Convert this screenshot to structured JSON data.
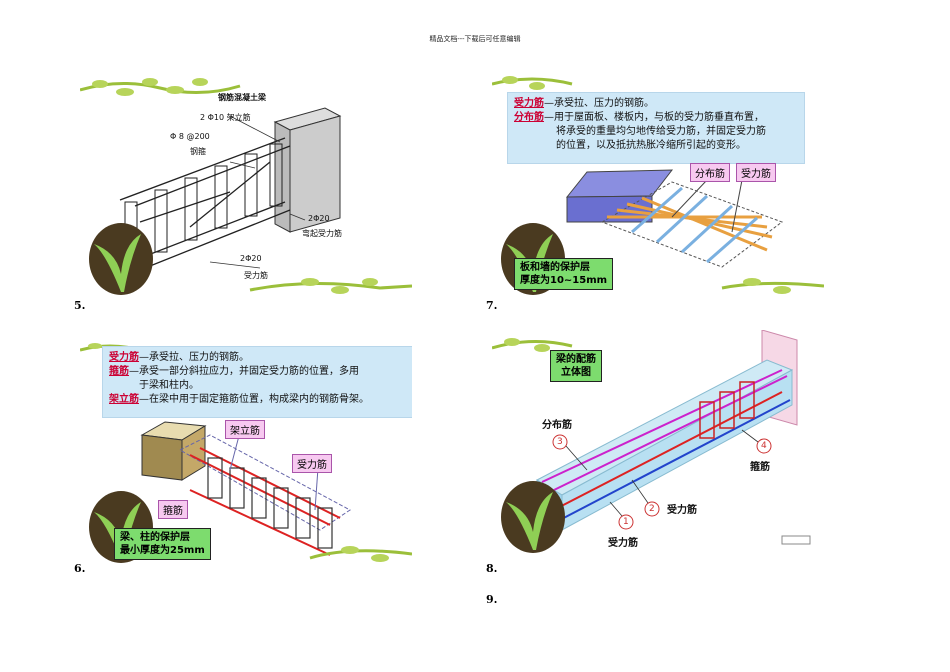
{
  "header": "精品文档---下载后可任意编辑",
  "figures": [
    {
      "number": "5.",
      "title": "钢筋混凝土梁",
      "labels": {
        "top_bar": "2 Φ10 架立筋",
        "stirrup_a": "Φ 8 @200",
        "stirrup_b": "钢箍",
        "bent_a": "2Φ20",
        "bent_b": "弯起受力筋",
        "main_a": "2Φ20",
        "main_b": "受力筋"
      }
    },
    {
      "number": "7.",
      "info": [
        {
          "kw": "受力筋",
          "text": "—承受拉、压力的钢筋。"
        },
        {
          "kw": "分布筋",
          "text": "—用于屋面板、楼板内，与板的受力筋垂直布置，"
        },
        {
          "kw": "",
          "text": "将承受的重量均匀地传给受力筋，并固定受力筋"
        },
        {
          "kw": "",
          "text": "的位置，以及抵抗热胀冷缩所引起的变形。"
        }
      ],
      "tag_distribution": "分布筋",
      "tag_main": "受力筋",
      "green": [
        "板和墙的保护层",
        "厚度为10~15mm"
      ]
    },
    {
      "number": "6.",
      "info": [
        {
          "kw": "受力筋",
          "text": "—承受拉、压力的钢筋。"
        },
        {
          "kw": "箍筋",
          "text": "—承受一部分斜拉应力，并固定受力筋的位置，多用"
        },
        {
          "kw": "",
          "text": "于梁和柱内。"
        },
        {
          "kw": "架立筋",
          "text": "—在梁中用于固定箍筋位置，构成梁内的钢筋骨架。"
        }
      ],
      "tag_erect": "架立筋",
      "tag_main": "受力筋",
      "tag_stirrup": "箍筋",
      "green": [
        "梁、柱的保护层",
        "最小厚度为25mm"
      ]
    },
    {
      "number": "8.",
      "title": [
        "梁的配筋",
        "立体图"
      ],
      "labels": {
        "dist": "分布筋",
        "main2": "受力筋",
        "main1": "受力筋",
        "stirrup": "箍筋",
        "n1": "1",
        "n2": "2",
        "n3": "3",
        "n4": "4"
      }
    }
  ],
  "trailing_number": "9."
}
